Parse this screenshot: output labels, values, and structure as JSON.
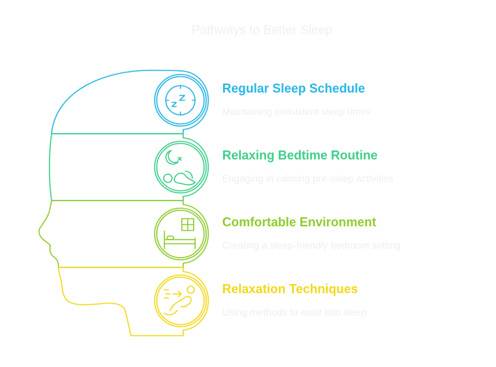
{
  "title": "Pathways to Better Sleep",
  "colors": {
    "blue": "#29b6e3",
    "green": "#3fcf8a",
    "lime": "#8fcc2e",
    "yellow": "#f2d81a",
    "faint_text": "#eeeeee"
  },
  "steps": [
    {
      "title": "Regular Sleep Schedule",
      "description": "Maintaining consistent sleep times",
      "icon": "clock-sleep-icon"
    },
    {
      "title": "Relaxing Bedtime Routine",
      "description": "Engaging in calming pre-sleep activities",
      "icon": "moon-relax-icon"
    },
    {
      "title": "Comfortable Environment",
      "description": "Creating a sleep-friendly bedroom setting",
      "icon": "bedroom-icon"
    },
    {
      "title": "Relaxation Techniques",
      "description": "Using methods to ease into sleep",
      "icon": "breathing-relax-icon"
    }
  ]
}
